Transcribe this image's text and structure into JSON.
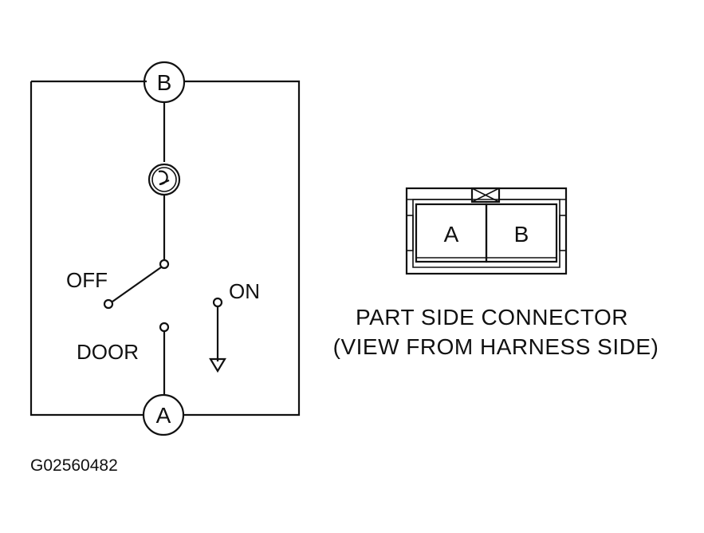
{
  "schematic": {
    "terminal_top": "B",
    "terminal_bottom": "A",
    "pos_off": "OFF",
    "pos_on": "ON",
    "pos_door": "DOOR"
  },
  "connector": {
    "pin_a": "A",
    "pin_b": "B",
    "caption_line1": "PART SIDE CONNECTOR",
    "caption_line2": "(VIEW FROM HARNESS SIDE)"
  },
  "figure_id": "G02560482"
}
